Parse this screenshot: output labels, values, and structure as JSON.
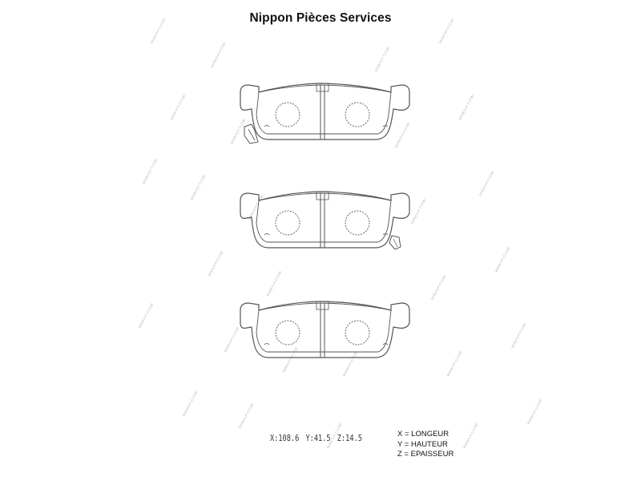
{
  "title": "Nippon Pièces Services",
  "watermark": "WWW.N-P-S.COM",
  "dimensions": {
    "x": "X:108.6",
    "y": "Y:41.5",
    "z": "Z:14.5"
  },
  "legend": [
    "X = LONGEUR",
    "Y = HAUTEUR",
    "Z = EPAISSEUR"
  ],
  "pads": [
    {
      "wear_indicator": "left"
    },
    {
      "wear_indicator": "right"
    },
    {
      "wear_indicator": "none"
    }
  ],
  "colors": {
    "line": "#555555",
    "text": "#111111",
    "watermark": "#bbbbbb"
  }
}
